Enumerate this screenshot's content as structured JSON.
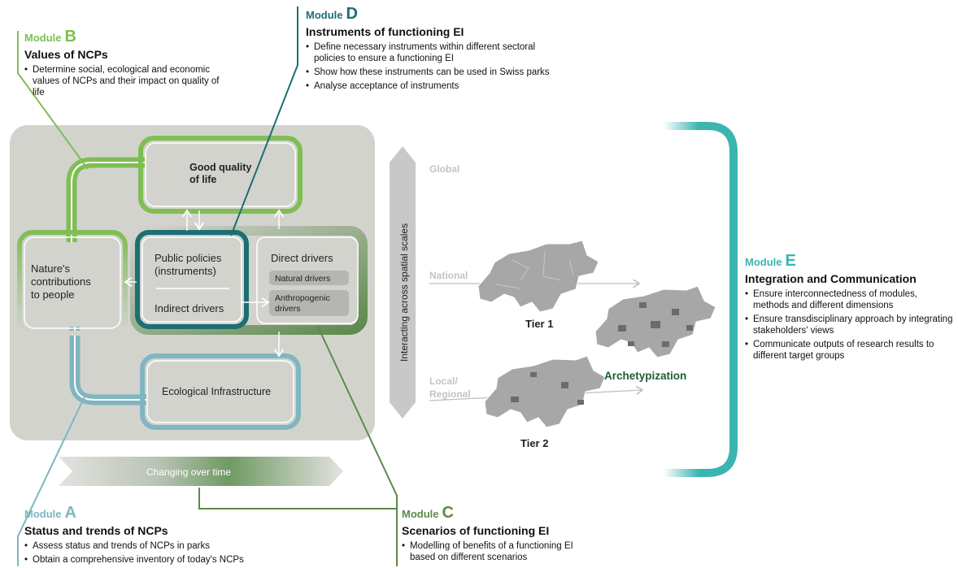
{
  "colors": {
    "moduleA": "#7fb6c0",
    "moduleB": "#7fbe54",
    "moduleC": "#5c8a4b",
    "moduleD": "#1c6f73",
    "moduleE": "#3bb5b0",
    "panel": "#d3d3ce",
    "scaleGray": "#c8c8c8",
    "mapGray": "#a7a7a7",
    "mapDark": "#6b6b6b"
  },
  "modules": {
    "A": {
      "label": "Module",
      "letter": "A",
      "title": "Status and trends of NCPs",
      "bullets": [
        "Assess status and trends of NCPs in parks",
        "Obtain a comprehensive inventory of today's NCPs"
      ]
    },
    "B": {
      "label": "Module",
      "letter": "B",
      "title": "Values of NCPs",
      "bullets": [
        "Determine social, ecological and economic values of NCPs and their impact on quality of life"
      ]
    },
    "C": {
      "label": "Module",
      "letter": "C",
      "title": "Scenarios of functioning EI",
      "bullets": [
        "Modelling of benefits of a functioning EI based on different scenarios"
      ]
    },
    "D": {
      "label": "Module",
      "letter": "D",
      "title": "Instruments of functioning EI",
      "bullets": [
        "Define necessary instruments within different sectoral policies to ensure a functioning EI",
        "Show how these instruments can be used in Swiss parks",
        "Analyse acceptance of instruments"
      ]
    },
    "E": {
      "label": "Module",
      "letter": "E",
      "title": "Integration and Communication",
      "bullets": [
        "Ensure interconnectedness of modules, methods and different dimensions",
        "Ensure transdisciplinary approach by integrating stakeholders' views",
        "Communicate outputs of research results to different target groups"
      ]
    }
  },
  "boxes": {
    "quality": [
      "Good quality",
      "of life"
    ],
    "ncp": [
      "Nature's",
      "contributions",
      "to people"
    ],
    "policies": [
      "Public policies",
      "(instruments)"
    ],
    "indirect": "Indirect drivers",
    "direct": "Direct drivers",
    "natural": "Natural drivers",
    "anthropogenic": [
      "Anthropogenic",
      "drivers"
    ],
    "ei": "Ecological Infrastructure"
  },
  "time_arrow": "Changing over time",
  "scales": {
    "axis_label": "Interacting across spatial scales",
    "global": "Global",
    "national": "National",
    "local": [
      "Local/",
      "Regional"
    ]
  },
  "tiers": {
    "tier1": "Tier 1",
    "tier2": "Tier 2",
    "archetypization": "Archetypization"
  }
}
